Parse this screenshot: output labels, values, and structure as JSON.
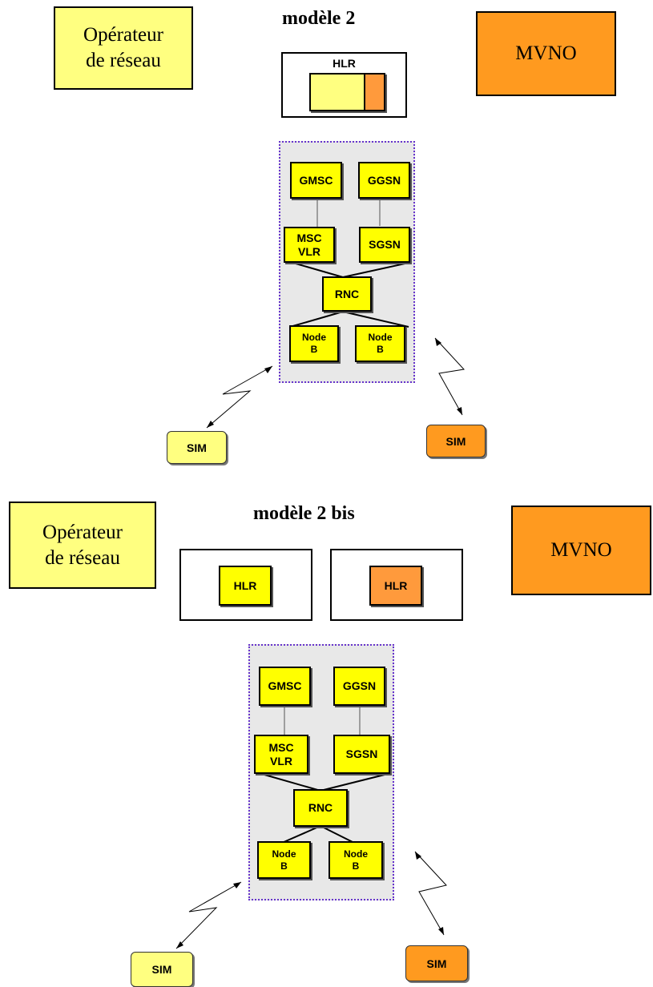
{
  "model2": {
    "title": "modèle 2",
    "operator": [
      "Opérateur",
      "de réseau"
    ],
    "mvno": "MVNO",
    "hlr_label": "HLR",
    "nodes": {
      "gmsc": "GMSC",
      "ggsn": "GGSN",
      "msc": [
        "MSC",
        "VLR"
      ],
      "sgsn": "SGSN",
      "rnc": "RNC",
      "nodeb_left": [
        "Node",
        "B"
      ],
      "nodeb_right": [
        "Node",
        "B"
      ]
    },
    "sim_left": "SIM",
    "sim_right": "SIM"
  },
  "model2bis": {
    "title": "modèle 2 bis",
    "operator": [
      "Opérateur",
      "de réseau"
    ],
    "mvno": "MVNO",
    "hlr_left": "HLR",
    "hlr_right": "HLR",
    "nodes": {
      "gmsc": "GMSC",
      "ggsn": "GGSN",
      "msc": [
        "MSC",
        "VLR"
      ],
      "sgsn": "SGSN",
      "rnc": "RNC",
      "nodeb_left": [
        "Node",
        "B"
      ],
      "nodeb_right": [
        "Node",
        "B"
      ]
    },
    "sim_left": "SIM",
    "sim_right": "SIM"
  },
  "colors": {
    "operator_yellow": "#ffff80",
    "mvno_orange": "#ff9a1f",
    "node_yellow": "#ffff00",
    "network_border": "#6633cc",
    "network_bg": "#e8e8e8"
  }
}
